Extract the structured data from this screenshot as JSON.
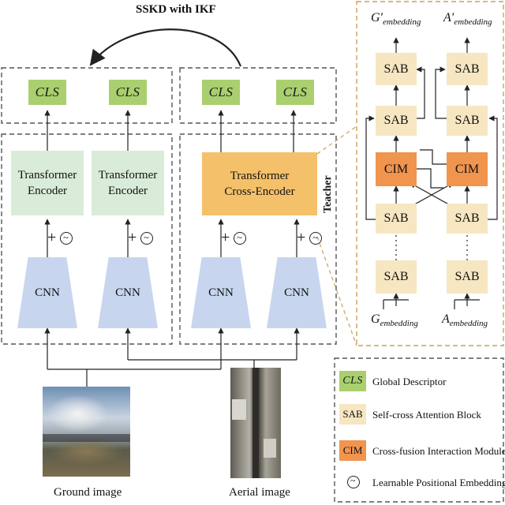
{
  "title": "SSKD with IKF",
  "cls_label": "CLS",
  "transformer_encoder": [
    "Transformer",
    "Encoder"
  ],
  "transformer_cross_encoder": [
    "Transformer",
    "Cross-Encoder"
  ],
  "cnn_label": "CNN",
  "plus_symbol": "+",
  "teacher_label": "Teacher",
  "sab_label": "SAB",
  "cim_label": "CIM",
  "g_out": {
    "base": "G′",
    "sub": "embedding"
  },
  "a_out": {
    "base": "A′",
    "sub": "embedding"
  },
  "g_in": {
    "base": "G",
    "sub": "embedding"
  },
  "a_in": {
    "base": "A",
    "sub": "embedding"
  },
  "ground_image_label": "Ground image",
  "aerial_image_label": "Aerial image",
  "legend": {
    "cls_key": "CLS",
    "cls_text": "Global Descriptor",
    "sab_key": "SAB",
    "sab_text": "Self-cross Attention Block",
    "cim_key": "CIM",
    "cim_text": "Cross-fusion Interaction Module",
    "pe_text": "Learnable Positional Embedding"
  },
  "colors": {
    "cls": "#a9cf6f",
    "transformer_encoder": "#d9ecd9",
    "cross_encoder": "#f5c06a",
    "cnn": "#c7d6ee",
    "sab": "#f6e6c1",
    "cim": "#f0944e",
    "teacher_border": "#c9a25a"
  }
}
